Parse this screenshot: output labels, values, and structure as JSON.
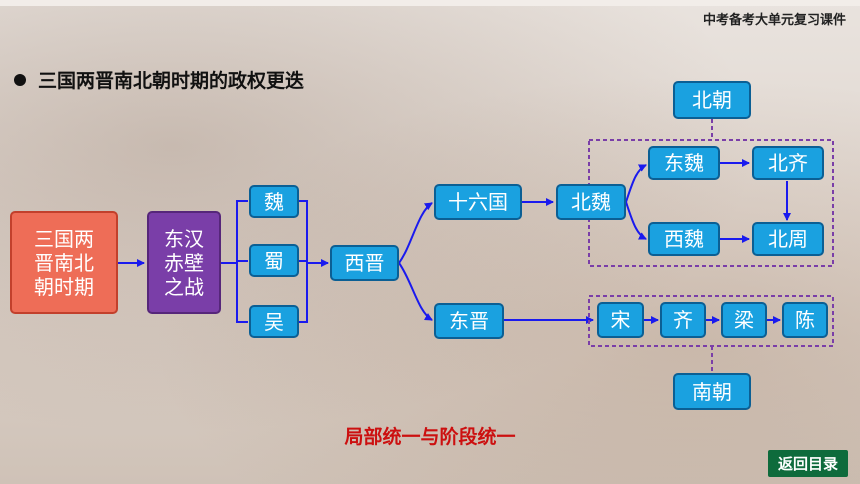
{
  "header": {
    "course_title": "中考备考大单元复习课件"
  },
  "section": {
    "heading": "三国两晋南北朝时期的政权更迭"
  },
  "diagram": {
    "start": [
      "三国两",
      "晋南北",
      "朝时期"
    ],
    "battle": [
      "东汉",
      "赤壁",
      "之战"
    ],
    "wei": "魏",
    "shu": "蜀",
    "wu": "吴",
    "western_jin": "西晋",
    "sixteen_kingdoms": "十六国",
    "northern_wei": "北魏",
    "eastern_wei": "东魏",
    "western_wei": "西魏",
    "northern_qi": "北齐",
    "northern_zhou": "北周",
    "northern_dynasties": "北朝",
    "eastern_jin": "东晋",
    "song": "宋",
    "qi": "齐",
    "liang": "梁",
    "chen": "陈",
    "southern_dynasties": "南朝"
  },
  "summary": "局部统一与阶段统一",
  "nav": {
    "back_label": "返回目录"
  },
  "colors": {
    "node": "#1aa1e0",
    "arrow": "#1a1aee",
    "group_border": "#7a3ea8",
    "summary": "#cc1010"
  }
}
